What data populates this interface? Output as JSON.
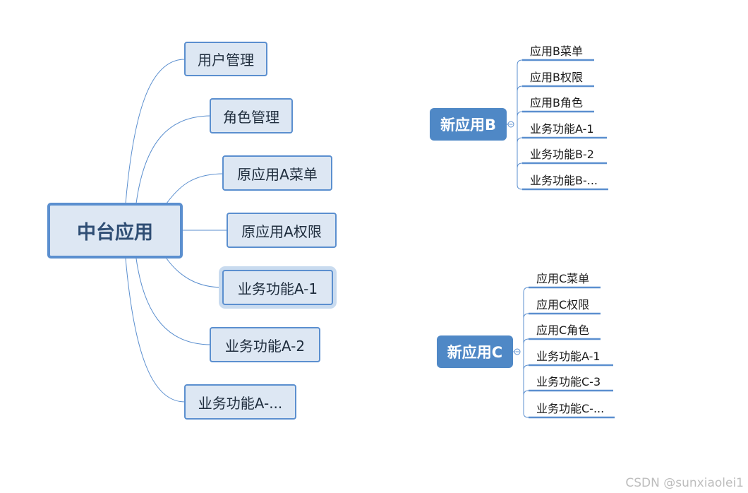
{
  "root": {
    "label": "中台应用"
  },
  "branches": [
    {
      "label": "用户管理"
    },
    {
      "label": "角色管理"
    },
    {
      "label": "原应用A菜单"
    },
    {
      "label": "原应用A权限"
    },
    {
      "label": "业务功能A-1"
    },
    {
      "label": "业务功能A-2"
    },
    {
      "label": "业务功能A-..."
    }
  ],
  "app_b": {
    "label": "新应用B",
    "children": [
      "应用B菜单",
      "应用B权限",
      "应用B角色",
      "业务功能A-1",
      "业务功能B-2",
      "业务功能B-..."
    ]
  },
  "app_c": {
    "label": "新应用C",
    "children": [
      "应用C菜单",
      "应用C权限",
      "应用C角色",
      "业务功能A-1",
      "业务功能C-3",
      "业务功能C-..."
    ]
  },
  "colors": {
    "node_fill": "#dde7f3",
    "node_border": "#5b8fcf",
    "dark_fill": "#4f88c6",
    "line": "#5b8fcf"
  },
  "watermark": "CSDN @sunxiaolei1"
}
